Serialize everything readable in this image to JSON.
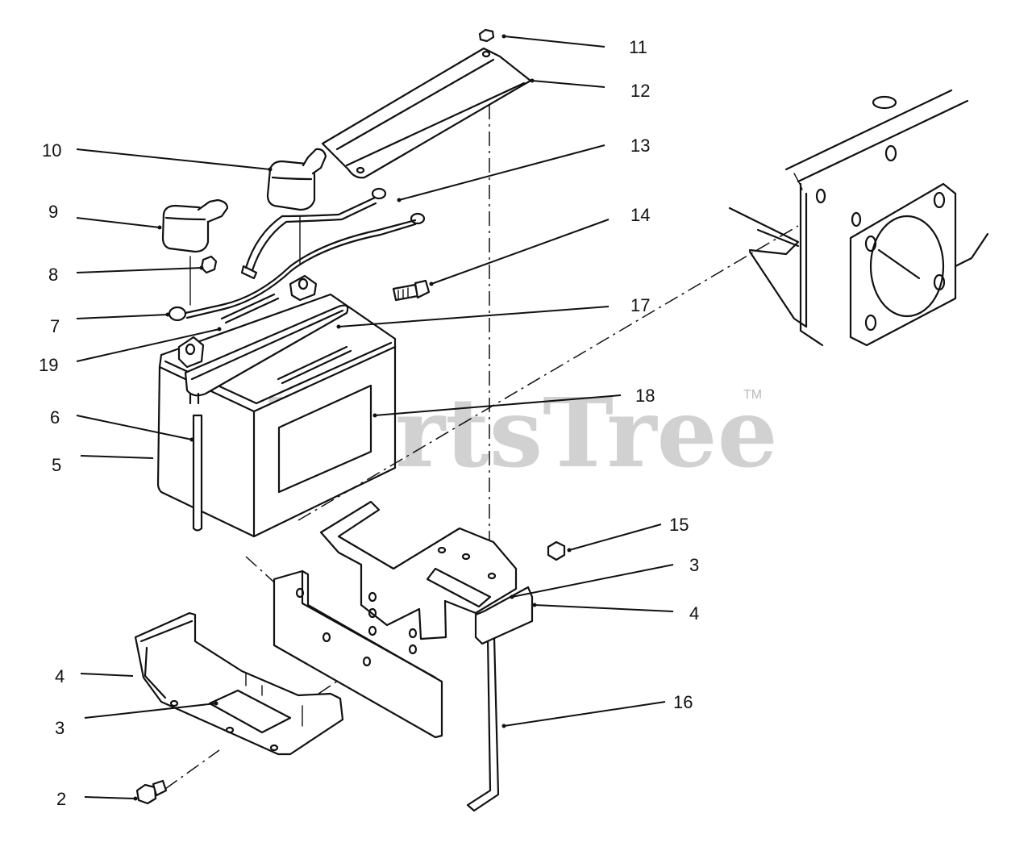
{
  "watermark": {
    "text": "PartsTree",
    "trademark": "TM"
  },
  "callouts": [
    {
      "id": "11",
      "label": "11"
    },
    {
      "id": "12",
      "label": "12"
    },
    {
      "id": "10",
      "label": "10"
    },
    {
      "id": "13",
      "label": "13"
    },
    {
      "id": "9",
      "label": "9"
    },
    {
      "id": "14",
      "label": "14"
    },
    {
      "id": "8",
      "label": "8"
    },
    {
      "id": "7",
      "label": "7"
    },
    {
      "id": "17",
      "label": "17"
    },
    {
      "id": "19",
      "label": "19"
    },
    {
      "id": "18",
      "label": "18"
    },
    {
      "id": "6",
      "label": "6"
    },
    {
      "id": "5",
      "label": "5"
    },
    {
      "id": "15",
      "label": "15"
    },
    {
      "id": "3a",
      "label": "3"
    },
    {
      "id": "4a",
      "label": "4"
    },
    {
      "id": "4b",
      "label": "4"
    },
    {
      "id": "16",
      "label": "16"
    },
    {
      "id": "3b",
      "label": "3"
    },
    {
      "id": "2",
      "label": "2"
    }
  ]
}
